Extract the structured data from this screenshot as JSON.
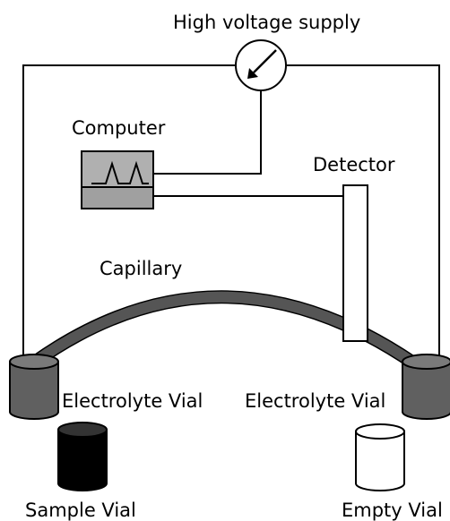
{
  "labels": {
    "supply": "High voltage supply",
    "computer": "Computer",
    "detector": "Detector",
    "capillary": "Capillary",
    "electrolyte_left": "Electrolyte Vial",
    "electrolyte_right": "Electrolyte Vial",
    "sample_vial": "Sample Vial",
    "empty_vial": "Empty Vial"
  },
  "colors": {
    "line": "#000000",
    "capillary": "#555555",
    "electrolyte_vial": "#606060",
    "electrolyte_vial_top": "#7a7a7a",
    "computer_screen": "#b0b0b0",
    "computer_base": "#a0a0a0",
    "sample_vial": "#000000",
    "sample_vial_top": "#333333",
    "empty_vial": "#ffffff",
    "background": "#ffffff"
  },
  "icons": {
    "supply": "ammeter-dial-icon",
    "computer": "chromatogram-screen-icon"
  }
}
